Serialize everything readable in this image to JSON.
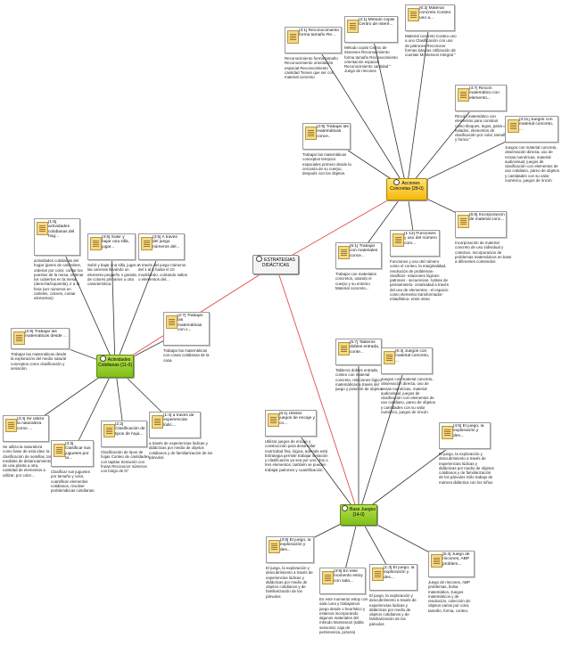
{
  "nodes": {
    "estrategias": "ESTRATEGIAS DIDÁCTICAS",
    "acciones": "Acciones Concretas {28-0}",
    "actividades": "Actividades Cotidianas {11-0}",
    "base_juegos": "Base Juegos {14-0}"
  },
  "quotes": {
    "q31": {
      "title": "[3:1] Reconocimiento forma tamaño Re...",
      "body": "Reconocimiento forma tamaño Reconocimiento orientación espacial Reconocimiento cantidad Tienen que ser con material concreto"
    },
    "q21": {
      "title": "[2:1] Método copisi Centro de interé...",
      "body": "Método copisi Centro de intereses Reconocimiento forma tamaño Reconocimiento orientación espacial Reconocimiento cantidad \" Juego de rincones"
    },
    "q62": {
      "title": "[6:2] Material concreto Conteo uno a...",
      "body": "Material concreto Conteo uno a uno Clasificación con uso de patrones Reconocer formas básicas Utilización de cuentas Montessori Integral \""
    },
    "q37": {
      "title": "[3:7] Rincón matemático con elemento...",
      "body": "Rincón matemático con elementos para construir como bloques, legos, palos de helados, elementos de clasificación por color, tamaño y forma.\""
    },
    "q28": {
      "title": "[2:8] Trabajar las matemáticas conce..",
      "body": "Trabajar las matemáticas conceptos temporo espaciales primero desde la cercanía de su cuerpo, después con los objetos."
    },
    "q311": {
      "title": "[3:11] Juegos con material concreto, ...",
      "body": "Juegos con material concreto, observación directa, uso de rectas numéricas, material audiovisual, juegos de clasificación con elementos de uso cotidiano, pareo de objetos y cantidades con su valor numérico, juegos de rincón"
    },
    "q51": {
      "title": "[5:1] Trabajar con materiales conce...",
      "body": "Trabajar con materiales concretos, usando el cuerpo y su entorno Material concreto..."
    },
    "q112": {
      "title": "[1:12] Funciones y uso del número com...",
      "body": "Funciones y uso del número como el conteo, la marginalidad, resolución de problemas- clasificar- relaciones lógicas- patrones - secuencias- rutinas de pensamiento- creatividad a través del uso de elementos - el espacio como elemento transformador- estadística- entre otras"
    },
    "q59": {
      "title": "[5:9] Incorporación de material conc...",
      "body": "Incorporación de material concreto de uso individual y colectivo. Incorporación de problemas matemáticos en base a diferentes contenidos"
    },
    "q16": {
      "title": "[1:6] actividades cotidianas del hog...",
      "body": "actividades cotidianas del hogar (pares de calcetines, ordenar por color, contar los puestos de la mesa, ordenar los cubiertos en la mesa (derecha/izquierda), ir a la feria (ver números en carteles, colores, contar elementos)"
    },
    "q36": {
      "title": "[3:6] Subir y bajar una silla, jugar...",
      "body": "Subir y bajar una silla, jugar a las carreras llevando un elemento pequeño o grande, de colores primarios u otra característica."
    },
    "q35": {
      "title": "[3:5] A través del juego números del...",
      "body": "A través del juego números del 1 al 5 hasta el 10 modelando, contando saltos o elementos del..."
    },
    "q29": {
      "title": "[2:9] Trabajar las matemáticas desde ...",
      "body": "Trabajar las matemáticas desde la exploración del medio natural conceptos como clasificación y seriación."
    },
    "q27": {
      "title": "[2:7] Trabajar las matemáticas con c...",
      "body": "Trabajar las matemáticas con cosas cotidianas de la casa."
    },
    "q34": {
      "title": "[3:4] Se utiliza la naturaleza como ...",
      "body": "Se utiliza la naturaleza como base de esta idea: la clasificación de semillas, las medidas de distanciamiento de una planta a otra, cantidad de elementos a utilizar, por color..."
    },
    "q33": {
      "title": "[3:3] Clasificar sus juguetes por ta...",
      "body": "Clasificar sus juguetes por tamaño y color, cuantificar elementos cotidianos, resolver problemáticas cotidianas."
    },
    "q22": {
      "title": "[2:2] Clasificación de tipos de hoja...",
      "body": "Clasificación de tipos de hojas Conteo de cantidades con tapitas Seriación con frutas Reconocer números con bingo de N°"
    },
    "q14": {
      "title": "[1:4] a través de experiencias lúdic...",
      "body": "a través de experiencias lúdicas y didácticas por medio de objetos cotidianos y de familiarización de los párvulos"
    },
    "q57": {
      "title": "[5:7] Tableros dobles entrada, conte...",
      "body": "Tableros dobles entrada, conteo con material concreto, relaciones lógico matemáticas a través del juego y posición de objetos"
    },
    "q64": {
      "title": "[6:4] Juegos con material concreto, ...",
      "body": "Juegos con material concreto, observación directa, uso de rectas numéricas, material audiovisual, juegos de clasificación con elementos de uso cotidiano, pareo de objetos y cantidades con su valor numérico, juegos de rincón"
    },
    "q61": {
      "title": "[6:1] Utilizar juegos de encaje y co...",
      "body": "Utilizar juegos de encaje y construcción para desarrollar motricidad fina, lógica, además está Estrategia permite trabajar seriación y clasificación ya sea por uno, dos o tres elementos, también se pueden trabajar patrones y cuantificación."
    },
    "q45": {
      "title": "[4:5] El juego, la exploración y des...",
      "body": "El juego, la exploración y descubrimiento a través de experiencias lúdicas y didácticas por medio de objetos cotidianos y de familiarización de los párvulos Sólo trabajo de manera didáctica con los niños"
    },
    "q38": {
      "title": "[3:8] El juego, la exploración y des...",
      "body": "El juego, la exploración y descubrimiento a través de experiencias lúdicas y didácticas por medio de objetos cotidianos y de familiarización de los párvulos"
    },
    "q39": {
      "title": "[3:9] En este momento estoy con sala...",
      "body": "En este momento estoy con sala cuna y trabajamos juego desde o heurístico y estamos incorporando algunos materiales del método Montessori (tabla sensorial, caja de pertenencia, pizarra)"
    },
    "q13": {
      "title": "[1:3] El juego, la exploración y des...",
      "body": "El juego, la exploración y descubrimiento a través de experiencias lúdicas y didácticas por medio de objetos cotidianos y de familiarización de los párvulos"
    },
    "q54": {
      "title": "[5:4] Juego de rincones, ABP problem...",
      "body": "Juego de rincones, ABP problemas, bolsa matemática, Juegos matemáticos y de resolución, colección de: objetos varios por color, tamaño, forma, conteo."
    }
  }
}
